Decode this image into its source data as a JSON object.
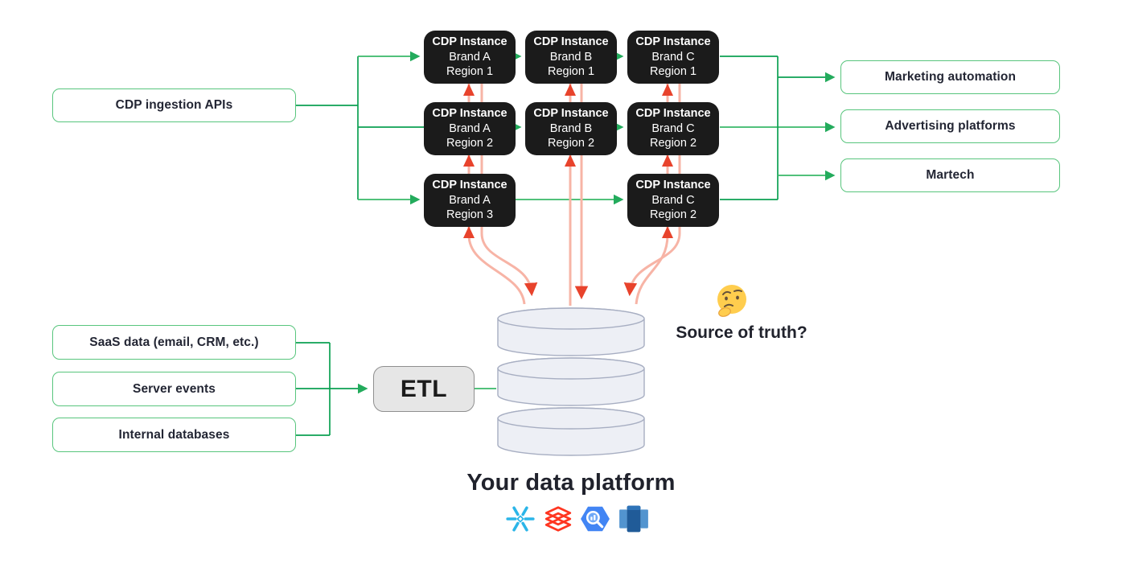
{
  "diagram": {
    "ingestion": {
      "label": "CDP ingestion APIs"
    },
    "sources": [
      {
        "label": "SaaS data (email, CRM, etc.)"
      },
      {
        "label": "Server events"
      },
      {
        "label": "Internal databases"
      }
    ],
    "etl": {
      "label": "ETL"
    },
    "instances": [
      {
        "title": "CDP Instance",
        "brand": "Brand A",
        "region": "Region 1"
      },
      {
        "title": "CDP Instance",
        "brand": "Brand B",
        "region": "Region 1"
      },
      {
        "title": "CDP Instance",
        "brand": "Brand C",
        "region": "Region 1"
      },
      {
        "title": "CDP Instance",
        "brand": "Brand A",
        "region": "Region 2"
      },
      {
        "title": "CDP Instance",
        "brand": "Brand B",
        "region": "Region 2"
      },
      {
        "title": "CDP Instance",
        "brand": "Brand C",
        "region": "Region 2"
      },
      {
        "title": "CDP Instance",
        "brand": "Brand A",
        "region": "Region 3"
      },
      {
        "title": "CDP Instance",
        "brand": "Brand C",
        "region": "Region 2"
      }
    ],
    "destinations": [
      {
        "label": "Marketing automation"
      },
      {
        "label": "Advertising platforms"
      },
      {
        "label": "Martech"
      }
    ],
    "platform": {
      "label": "Your data platform",
      "logos": [
        {
          "name": "snowflake-logo",
          "color": "#2bb5e8"
        },
        {
          "name": "databricks-logo",
          "color": "#ff3621"
        },
        {
          "name": "bigquery-logo",
          "color": "#4285f4"
        },
        {
          "name": "redshift-logo",
          "color": "#205b98"
        }
      ]
    },
    "annotation": {
      "icon": "thinking-face-emoji",
      "label": "Source of truth?"
    },
    "colors": {
      "green_dark": "#0ba152",
      "green_light": "#58c57d",
      "salmon_line": "#f7b4a6",
      "red_arrow": "#e8432c",
      "box_black": "#1b1b1b",
      "db_fill": "#edeff5",
      "db_stroke": "#a7aec2",
      "etl_fill": "#e6e6e6",
      "text_dark": "#20222c"
    }
  }
}
